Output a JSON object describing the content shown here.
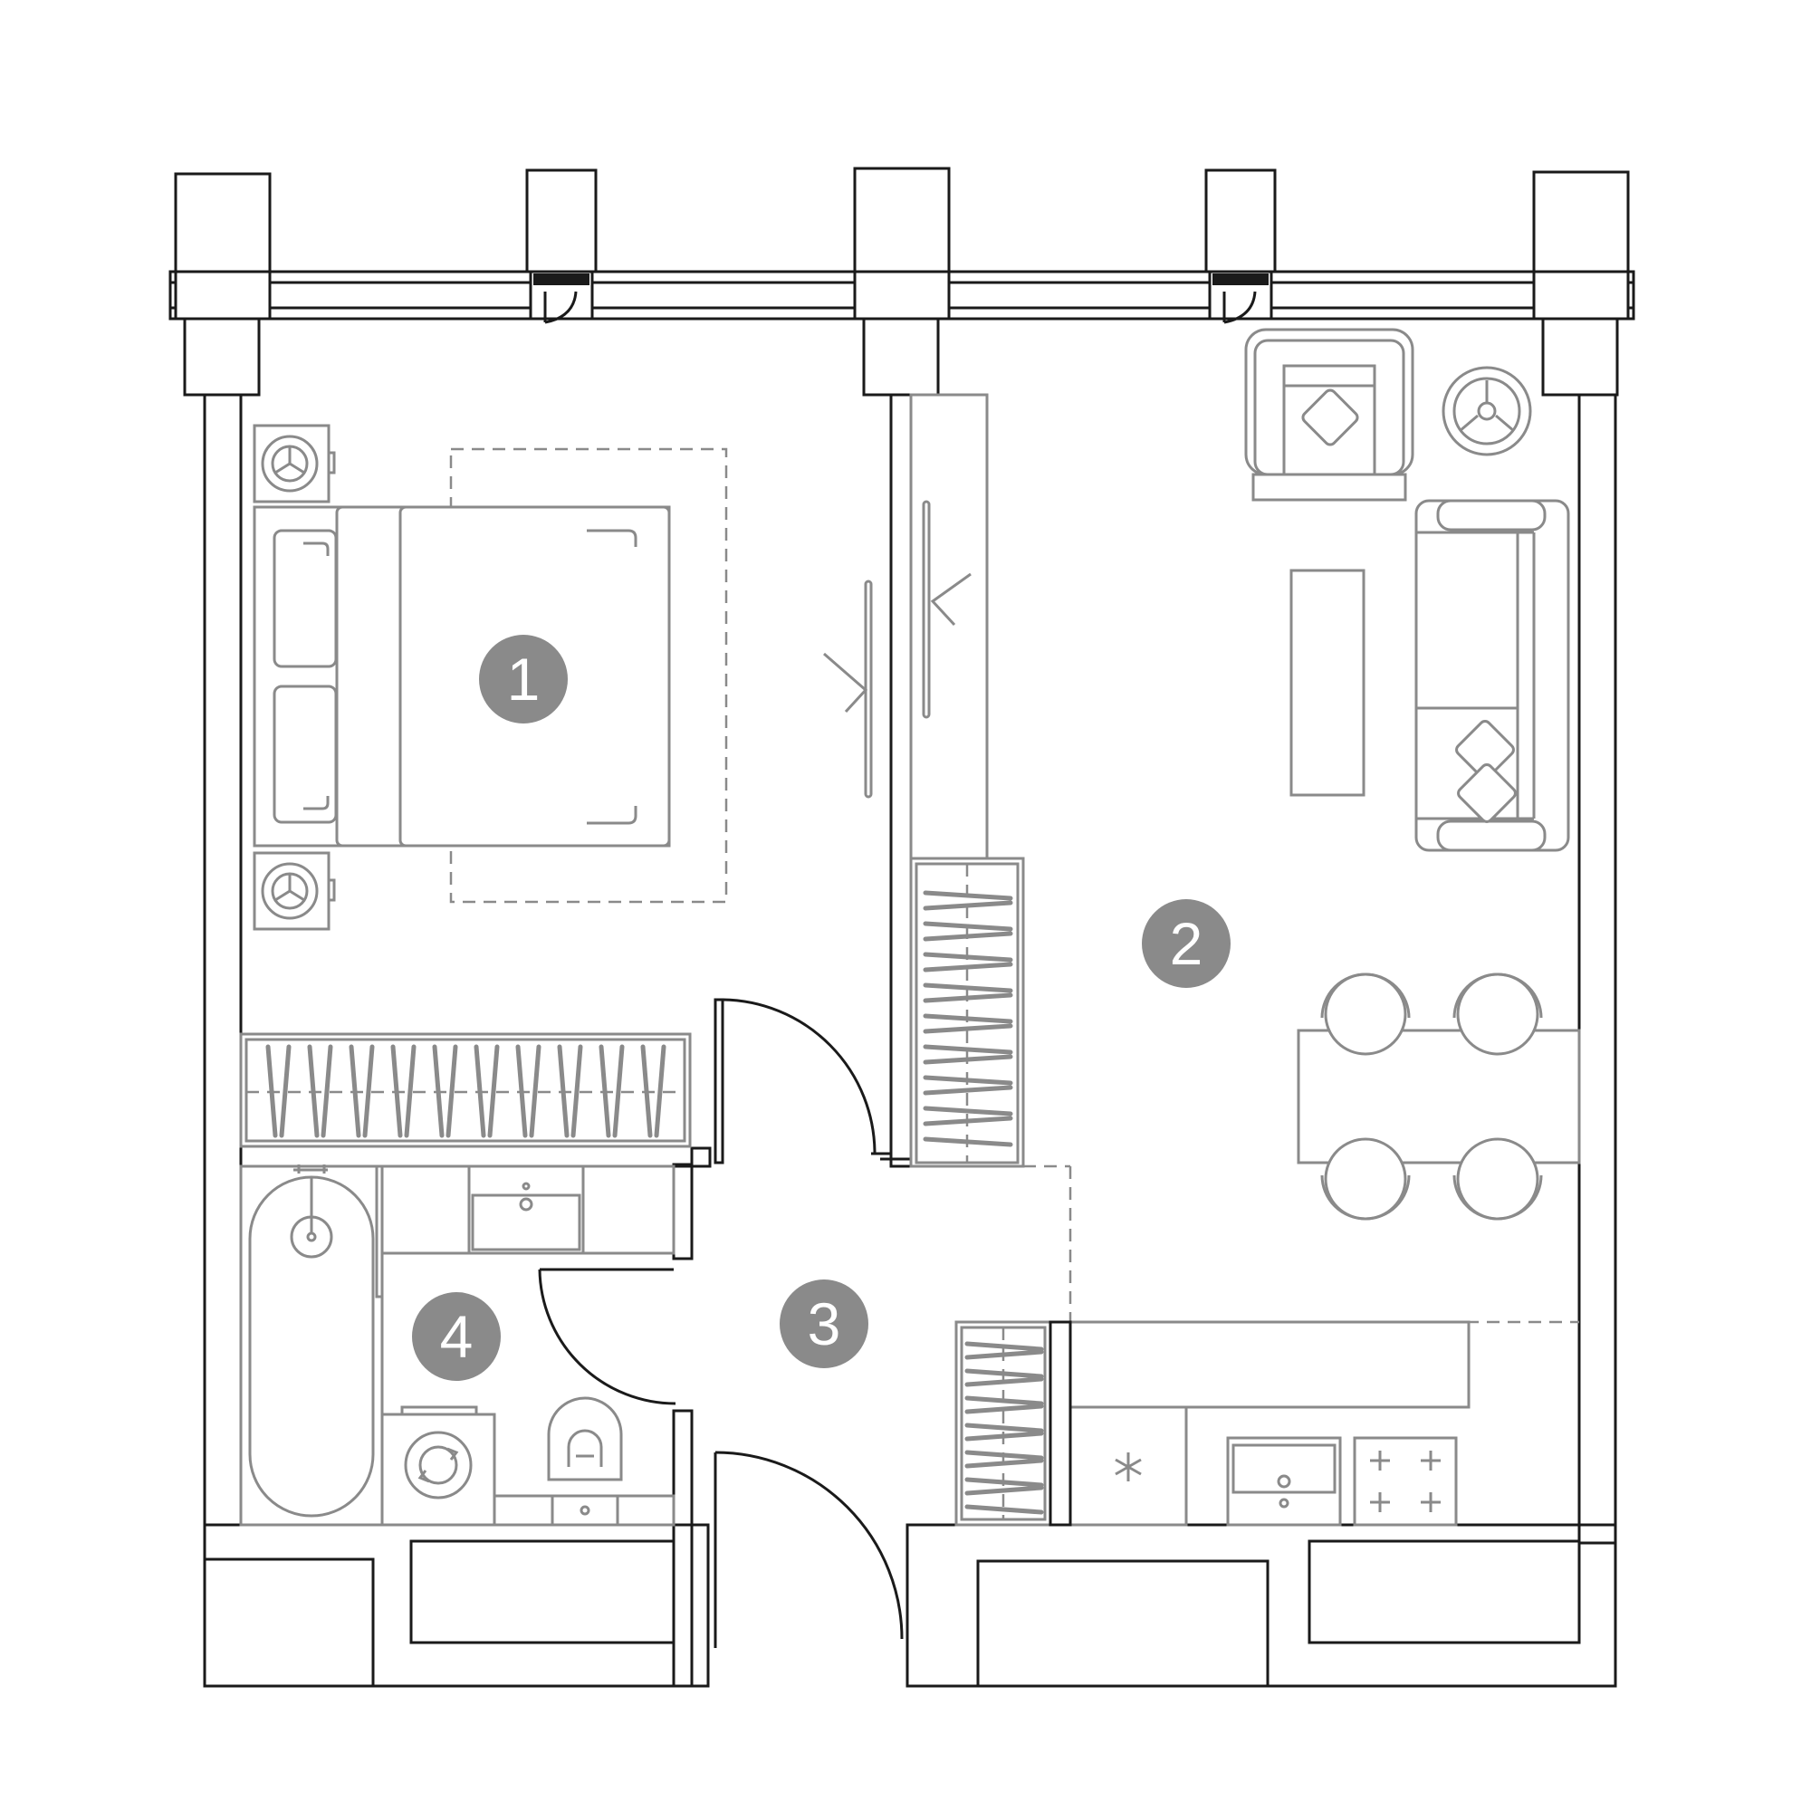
{
  "plan": {
    "rooms": [
      {
        "id": "1",
        "label": "1"
      },
      {
        "id": "2",
        "label": "2"
      },
      {
        "id": "3",
        "label": "3"
      },
      {
        "id": "4",
        "label": "4"
      }
    ]
  },
  "colors": {
    "wall": "#1a1a1a",
    "furniture": "#8a8a8a",
    "badge": "#8a8a8a",
    "background": "#ffffff"
  }
}
